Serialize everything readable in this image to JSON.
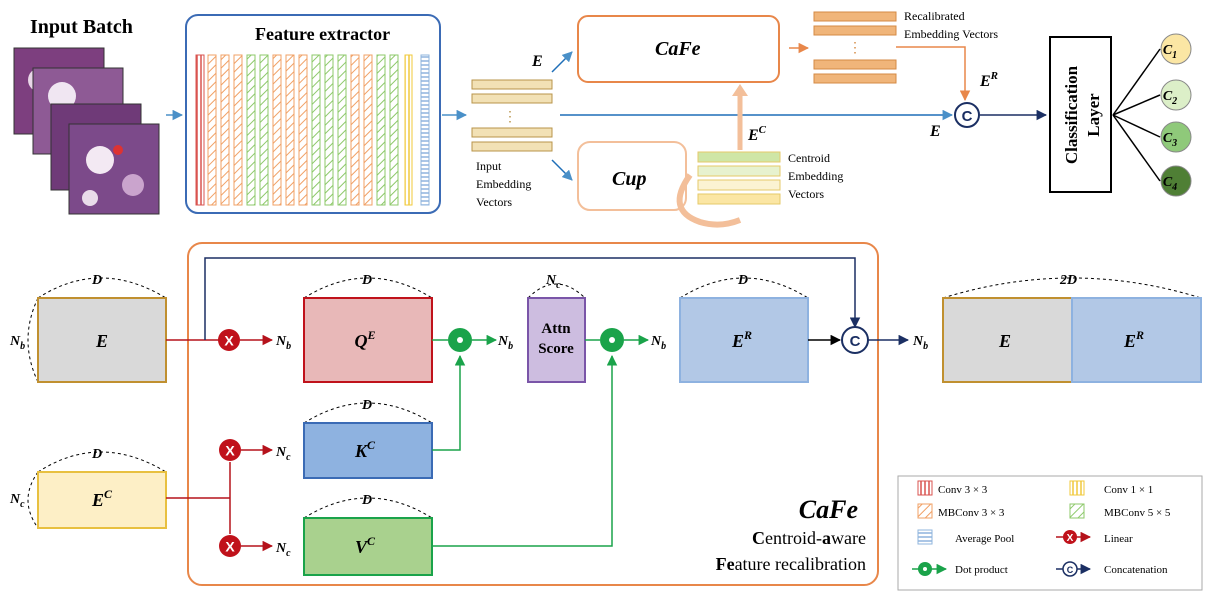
{
  "top": {
    "input_batch": "Input Batch",
    "feature_extractor": "Feature extractor",
    "e_label": "E",
    "cafe": "CaFe",
    "cup": "Cup",
    "recal_line1": "Recalibrated",
    "recal_line2": "Embedding Vectors",
    "input_emb_line1": "Input",
    "input_emb_line2": "Embedding",
    "input_emb_line3": "Vectors",
    "centroid_line1": "Centroid",
    "centroid_line2": "Embedding",
    "centroid_line3": "Vectors",
    "er_base": "E",
    "er_sup": "R",
    "ec_base": "E",
    "ec_sup": "C",
    "concat_symbol": "C",
    "classification_line1": "Classification",
    "classification_line2": "Layer",
    "classes": [
      {
        "base": "C",
        "sub": "1",
        "color": "#fbe6a4"
      },
      {
        "base": "C",
        "sub": "2",
        "color": "#dcefc8"
      },
      {
        "base": "C",
        "sub": "3",
        "color": "#8fc97a"
      },
      {
        "base": "C",
        "sub": "4",
        "color": "#4f7f35"
      }
    ]
  },
  "bottom": {
    "D": "D",
    "Nb_base": "N",
    "Nb_sub": "b",
    "Nc_base": "N",
    "Nc_sub": "c",
    "E": "E",
    "EC_base": "E",
    "EC_sup": "C",
    "QE_base": "Q",
    "QE_sup": "E",
    "KC_base": "K",
    "KC_sup": "C",
    "VC_base": "V",
    "VC_sup": "C",
    "attn_line1": "Attn",
    "attn_line2": "Score",
    "ER_base": "E",
    "ER_sup": "R",
    "twoD": "2D",
    "cafe_title": "CaFe",
    "cafe_sub1_b": "C",
    "cafe_sub1_r1": "entroid-",
    "cafe_sub1_b2": "a",
    "cafe_sub1_r2": "ware",
    "cafe_sub2_b": "Fe",
    "cafe_sub2_r": "ature recalibration",
    "linear_symbol": "X",
    "dot_symbol": "•",
    "concat_symbol": "C"
  },
  "legend": {
    "conv33": "Conv 3 × 3",
    "conv11": "Conv 1 × 1",
    "mbconv33": "MBConv 3 × 3",
    "mbconv55": "MBConv 5 × 5",
    "avgpool": "Average Pool",
    "linear": "Linear",
    "dot": "Dot product",
    "concat": "Concatenation"
  }
}
